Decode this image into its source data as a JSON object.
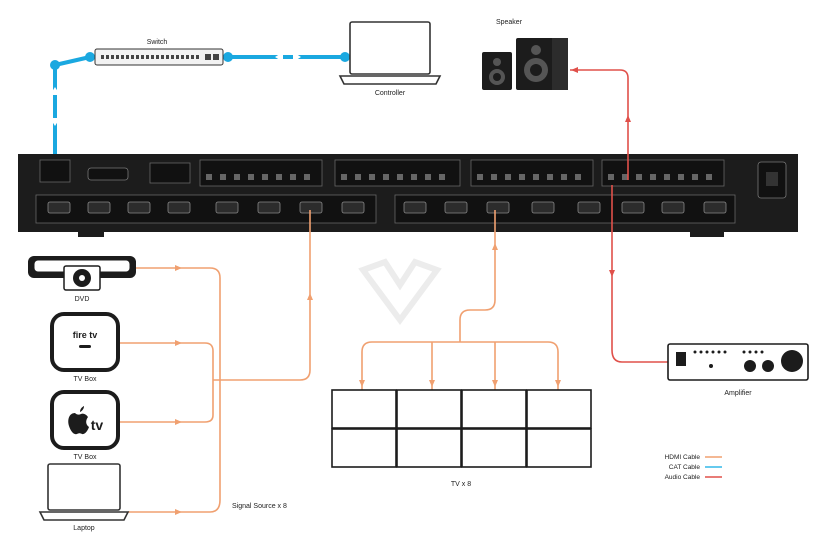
{
  "labels": {
    "switch": "Switch",
    "controller": "Controller",
    "speaker": "Speaker",
    "dvd": "DVD",
    "tv_box_1": "TV Box",
    "tv_box_2": "TV Box",
    "laptop": "Laptop",
    "signal_source": "Signal Source x 8",
    "tv_wall": "TV x 8",
    "amplifier": "Amplifier"
  },
  "device_brands": {
    "firetv": "fire tv",
    "appletv": "tv"
  },
  "legend": [
    {
      "name": "HDMI Cable",
      "color": "#f0a070"
    },
    {
      "name": "CAT Cable",
      "color": "#33b8e8"
    },
    {
      "name": "Audio Cable",
      "color": "#e0504a"
    }
  ],
  "colors": {
    "hdmi": "#f0a070",
    "cat": "#1aa8e0",
    "audio": "#e0504a",
    "device": "#1c1c1c"
  }
}
